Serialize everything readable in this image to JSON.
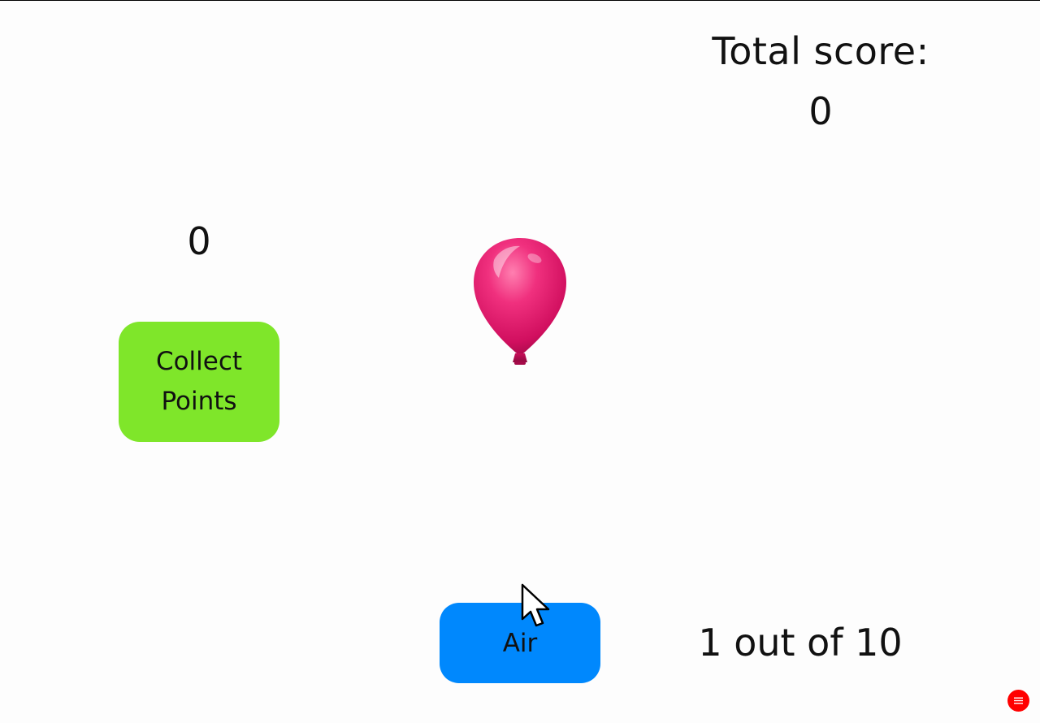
{
  "score": {
    "total_label": "Total score:",
    "total_value": "0"
  },
  "round": {
    "points": "0",
    "counter": "1 out of 10"
  },
  "buttons": {
    "collect_label": "Collect Points",
    "air_label": "Air"
  },
  "colors": {
    "collect_button": "#7fe62a",
    "air_button": "#0088fd",
    "balloon": "#e8196e",
    "menu_badge": "#ff0000"
  },
  "icons": {
    "balloon": "balloon-icon",
    "cursor": "mouse-pointer-icon",
    "menu": "menu-icon"
  }
}
